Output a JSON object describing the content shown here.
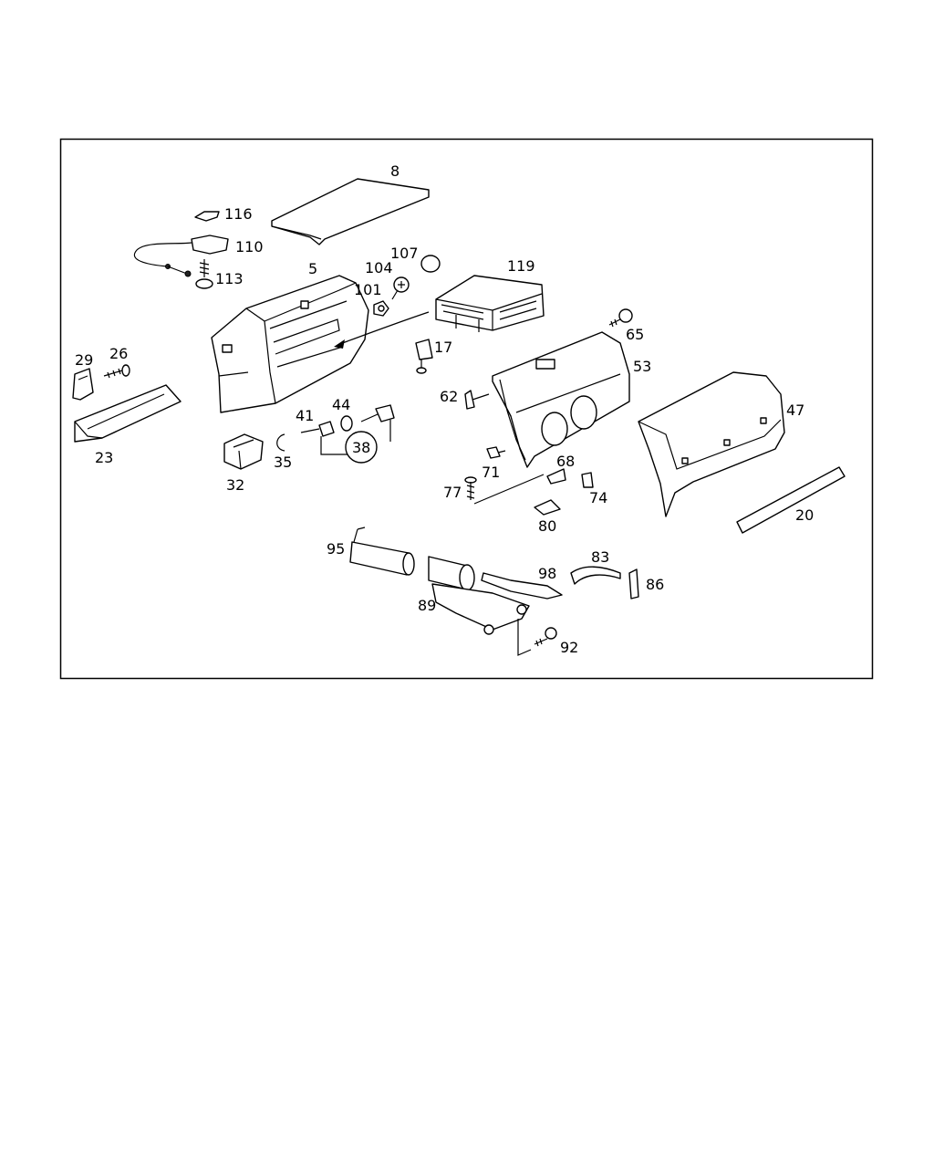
{
  "labels": [
    {
      "id": "8",
      "text": "8"
    },
    {
      "id": "116",
      "text": "116"
    },
    {
      "id": "110",
      "text": "110"
    },
    {
      "id": "113",
      "text": "113"
    },
    {
      "id": "5",
      "text": "5"
    },
    {
      "id": "107",
      "text": "107"
    },
    {
      "id": "104",
      "text": "104"
    },
    {
      "id": "101",
      "text": "101"
    },
    {
      "id": "119",
      "text": "119"
    },
    {
      "id": "65",
      "text": "65"
    },
    {
      "id": "17",
      "text": "17"
    },
    {
      "id": "29",
      "text": "29"
    },
    {
      "id": "26",
      "text": "26"
    },
    {
      "id": "23",
      "text": "23"
    },
    {
      "id": "53",
      "text": "53"
    },
    {
      "id": "62",
      "text": "62"
    },
    {
      "id": "47",
      "text": "47"
    },
    {
      "id": "41",
      "text": "41"
    },
    {
      "id": "44",
      "text": "44"
    },
    {
      "id": "38",
      "text": "38"
    },
    {
      "id": "35",
      "text": "35"
    },
    {
      "id": "32",
      "text": "32"
    },
    {
      "id": "71",
      "text": "71"
    },
    {
      "id": "68",
      "text": "68"
    },
    {
      "id": "77",
      "text": "77"
    },
    {
      "id": "74",
      "text": "74"
    },
    {
      "id": "80",
      "text": "80"
    },
    {
      "id": "20",
      "text": "20"
    },
    {
      "id": "95",
      "text": "95"
    },
    {
      "id": "83",
      "text": "83"
    },
    {
      "id": "98",
      "text": "98"
    },
    {
      "id": "86",
      "text": "86"
    },
    {
      "id": "89",
      "text": "89"
    },
    {
      "id": "92",
      "text": "92"
    }
  ]
}
